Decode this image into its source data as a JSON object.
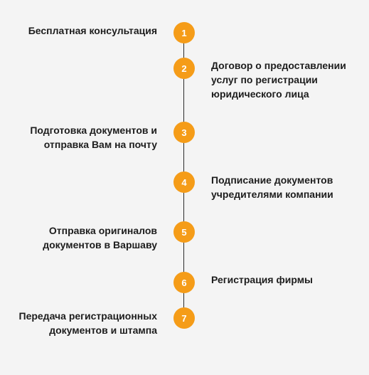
{
  "colors": {
    "accent": "#f59c18",
    "line": "#2b2b2b",
    "text": "#1d1d1d",
    "background": "#f4f4f4"
  },
  "steps": [
    {
      "number": "1",
      "lines": [
        "Бесплатная консультация"
      ]
    },
    {
      "number": "2",
      "lines": [
        "Договор о предоставлении",
        "услуг по регистрации",
        "юридического лица"
      ]
    },
    {
      "number": "3",
      "lines": [
        "Подготовка документов и",
        "отправка Вам на почту"
      ]
    },
    {
      "number": "4",
      "lines": [
        "Подписание документов",
        "учредителями компании"
      ]
    },
    {
      "number": "5",
      "lines": [
        "Отправка оригиналов",
        "документов в Варшаву"
      ]
    },
    {
      "number": "6",
      "lines": [
        "Регистрация фирмы"
      ]
    },
    {
      "number": "7",
      "lines": [
        "Передача регистрационных",
        "документов и штампа"
      ]
    }
  ]
}
